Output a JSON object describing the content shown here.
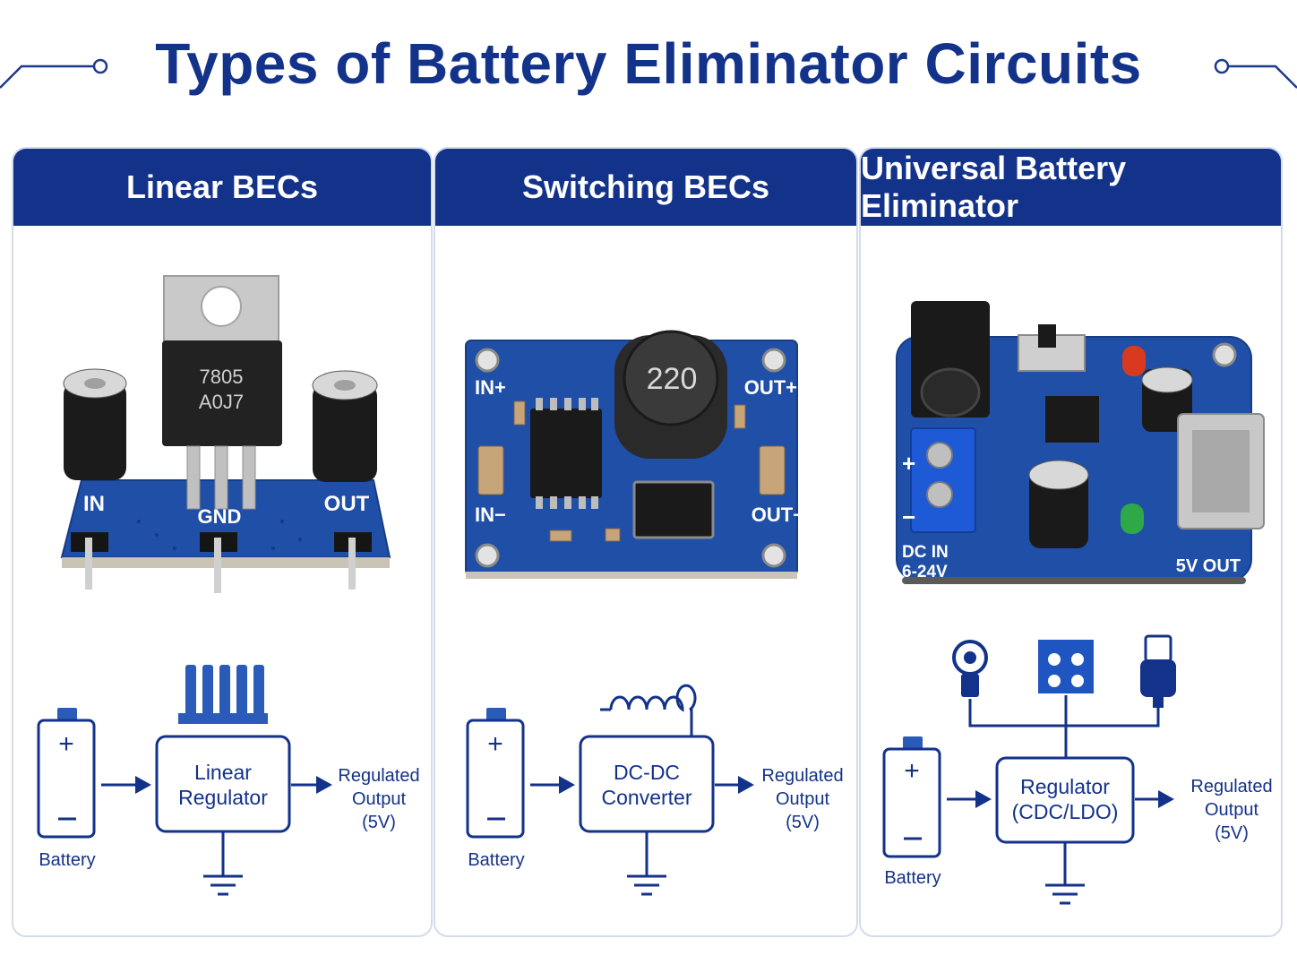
{
  "title": "Types of Battery Eliminator Circuits",
  "colors": {
    "brand_blue": "#13328a",
    "board_blue": "#1f4fa6",
    "panel_border": "#d4dcec"
  },
  "panels": [
    {
      "header": "Linear BECs",
      "board": {
        "chip_line1": "7805",
        "chip_line2": "A0J7",
        "pin_in": "IN",
        "pin_gnd": "GND",
        "pin_out": "OUT"
      },
      "schematic": {
        "battery_label": "Battery",
        "block_line1": "Linear",
        "block_line2": "Regulator",
        "out_line1": "Regulated",
        "out_line2": "Output",
        "out_line3": "(5V)",
        "top_icon": "heatsink-icon"
      }
    },
    {
      "header": "Switching BECs",
      "board": {
        "inductor_code": "220",
        "pin_in_plus": "IN+",
        "pin_in_minus": "IN−",
        "pin_out_plus": "OUT+",
        "pin_out_minus": "OUT−"
      },
      "schematic": {
        "battery_label": "Battery",
        "block_line1": "DC-DC",
        "block_line2": "Converter",
        "out_line1": "Regulated",
        "out_line2": "Output",
        "out_line3": "(5V)",
        "top_icon": "inductor-icon"
      }
    },
    {
      "header": "Universal Battery Eliminator",
      "board": {
        "dc_in_line1": "DC IN",
        "dc_in_line2": "6-24V",
        "out_label": "5V OUT",
        "plus": "+",
        "minus": "−"
      },
      "schematic": {
        "battery_label": "Battery",
        "block_line1": "Regulator",
        "block_line2": "(CDC/LDO)",
        "out_line1": "Regulated",
        "out_line2": "Output",
        "out_line3": "(5V)",
        "top_icons": [
          "dc-barrel-jack-icon",
          "terminal-block-icon",
          "usb-plug-icon"
        ]
      }
    }
  ]
}
